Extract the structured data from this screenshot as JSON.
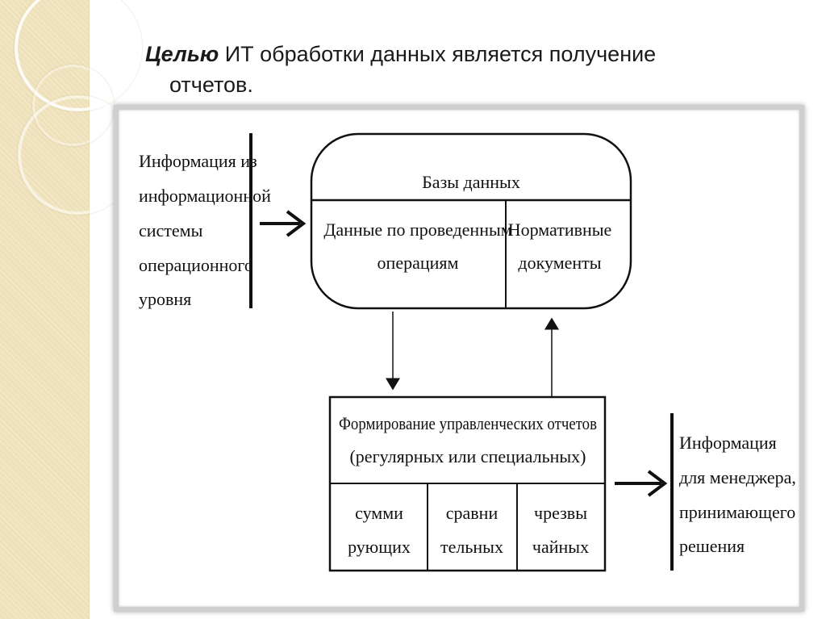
{
  "title": {
    "emphasis": "Целью",
    "rest": " ИТ обработки данных  является получение",
    "line2": "отчетов."
  },
  "diagram": {
    "input_info": [
      "Информация из",
      "информационной",
      "системы",
      "операционного",
      "уровня"
    ],
    "db_title": "Базы данных",
    "db_left": [
      "Данные по проведенным",
      "операциям"
    ],
    "db_right": [
      "Нормативные",
      "документы"
    ],
    "reports_title": [
      "Формирование управленческих отчетов",
      "(регулярных или специальных)"
    ],
    "report_types": [
      [
        "сумми",
        "рующих"
      ],
      [
        "сравни",
        "тельных"
      ],
      [
        "чрезвы",
        "чайных"
      ]
    ],
    "output_info": [
      "Информация",
      "для менеджера,",
      "принимающего",
      "решения"
    ]
  }
}
